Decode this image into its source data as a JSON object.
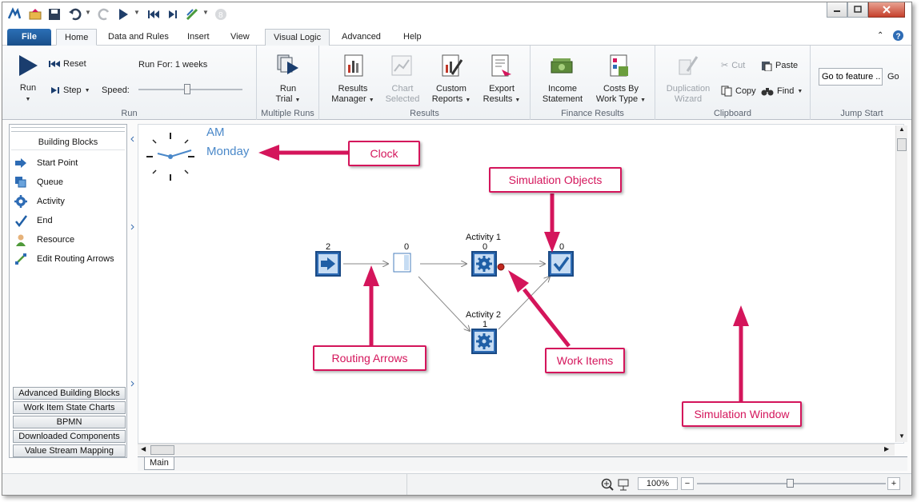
{
  "tabs": [
    "File",
    "Home",
    "Data and Rules",
    "Insert",
    "View",
    "Visual Logic",
    "Advanced",
    "Help"
  ],
  "run_group": {
    "run_label": "Run",
    "reset_label": "Reset",
    "step_label": "Step",
    "speed_label": "Speed:",
    "run_for": "Run For: 1 weeks",
    "group_label": "Run",
    "speed_level": 0.47
  },
  "multiple_runs": {
    "run_trial_line1": "Run",
    "run_trial_line2": "Trial",
    "group_label": "Multiple Runs"
  },
  "results": {
    "results_manager_1": "Results",
    "results_manager_2": "Manager",
    "chart_selected_1": "Chart",
    "chart_selected_2": "Selected",
    "custom_reports_1": "Custom",
    "custom_reports_2": "Reports",
    "export_results_1": "Export",
    "export_results_2": "Results",
    "group_label": "Results"
  },
  "finance": {
    "income_1": "Income",
    "income_2": "Statement",
    "costs_1": "Costs By",
    "costs_2": "Work Type",
    "group_label": "Finance Results"
  },
  "clipboard": {
    "dup_1": "Duplication",
    "dup_2": "Wizard",
    "cut": "Cut",
    "copy": "Copy",
    "paste": "Paste",
    "find": "Find",
    "group_label": "Clipboard"
  },
  "jump_start": {
    "input_value": "Go to feature ..",
    "go_label": "Go",
    "group_label": "Jump Start"
  },
  "left_panel": {
    "header": "Building Blocks",
    "items": [
      "Start Point",
      "Queue",
      "Activity",
      "End",
      "Resource",
      "Edit Routing Arrows"
    ],
    "categories": [
      "Advanced Building Blocks",
      "Work Item State Charts",
      "BPMN",
      "Downloaded Components",
      "Value Stream Mapping"
    ]
  },
  "clock": {
    "ampm": "AM",
    "day": "Monday"
  },
  "simulation": {
    "start_count": "2",
    "queue_count": "0",
    "activity1_name": "Activity 1",
    "activity1_count": "0",
    "activity2_name": "Activity 2",
    "activity2_count": "1",
    "end_count": "0"
  },
  "callouts": {
    "clock": "Clock",
    "sim_objects": "Simulation Objects",
    "routing_arrows": "Routing Arrows",
    "work_items": "Work Items",
    "sim_window": "Simulation Window"
  },
  "sheet_tab": "Main",
  "status": {
    "zoom": "100%",
    "zoom_minus": "−",
    "zoom_plus": "+"
  },
  "colors": {
    "accent": "#1f5fa6",
    "callout": "#d4155b",
    "clock_text": "#4a88c9"
  }
}
